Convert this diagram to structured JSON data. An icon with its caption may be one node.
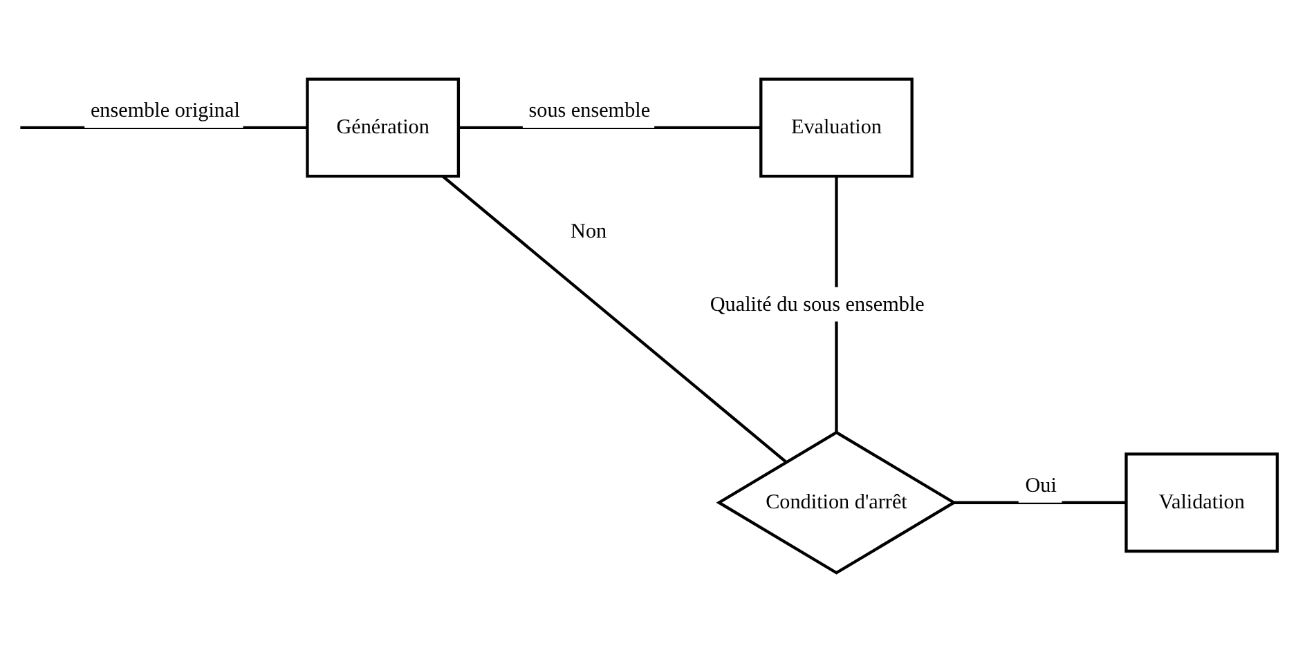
{
  "diagram": {
    "nodes": [
      {
        "text": [
          "Génération"
        ]
      },
      {
        "text": [
          "Evaluation"
        ]
      },
      {
        "text": [
          "Condition d'arrêt"
        ]
      },
      {
        "text": [
          "Validation"
        ]
      }
    ],
    "edges": [
      {
        "from": null,
        "to": 0,
        "arrow": "none",
        "label": "ensemble original"
      },
      {
        "from": 0,
        "to": 1,
        "arrow": "none",
        "label": "sous ensemble"
      },
      {
        "from": 1,
        "to": 2,
        "arrow": "none",
        "label": "Qualité du sous ensemble"
      },
      {
        "from": 2,
        "to": 0,
        "arrow": "none",
        "label": "Non"
      },
      {
        "from": 2,
        "to": 3,
        "arrow": "none",
        "label": "Oui"
      }
    ]
  }
}
